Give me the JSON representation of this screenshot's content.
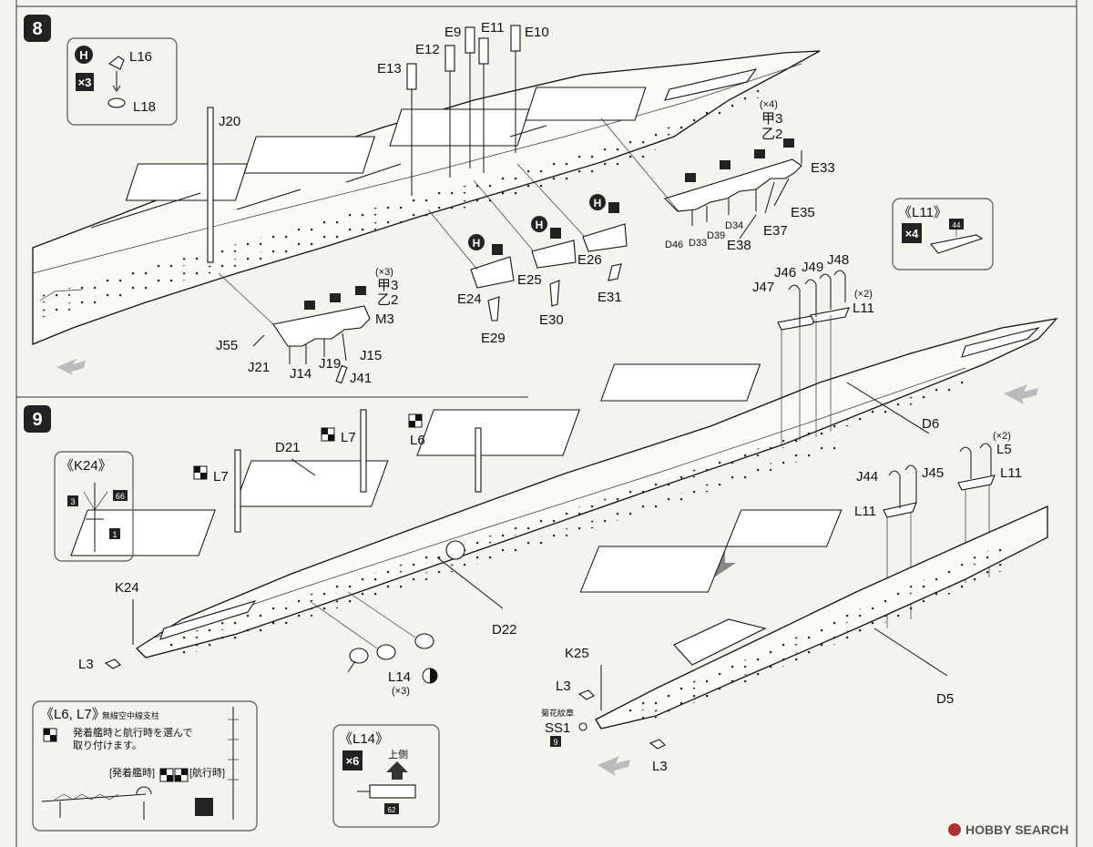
{
  "step8": {
    "number": "8",
    "subassembly_h": {
      "letter": "H",
      "multiplier": "×3",
      "parts": [
        "L16",
        "L18"
      ]
    },
    "labels": {
      "J20": "J20",
      "E13": "E13",
      "E12": "E12",
      "E9": "E9",
      "E11": "E11",
      "E10": "E10",
      "E33": "E33",
      "E35": "E35",
      "E37": "E37",
      "E38": "E38",
      "D34": "D34",
      "D39": "D39",
      "D33": "D33",
      "D46": "D46",
      "E24": "E24",
      "E25": "E25",
      "E26": "E26",
      "E29": "E29",
      "E30": "E30",
      "E31": "E31",
      "M3": "M3",
      "J55": "J55",
      "J21": "J21",
      "J14": "J14",
      "J19": "J19",
      "J15": "J15",
      "J41": "J41",
      "J46": "J46",
      "J49": "J49",
      "J48": "J48",
      "J47": "J47",
      "L11": "L11"
    },
    "variant_right": {
      "count": "(×4)",
      "kou": "甲3",
      "otsu": "乙2"
    },
    "variant_left": {
      "count": "(×3)",
      "kou": "甲3",
      "otsu": "乙2"
    },
    "l11_count": "(×2)",
    "h_marks": [
      "H",
      "H",
      "H"
    ]
  },
  "detail_l11": {
    "title": "《L11》",
    "multiplier": "×4",
    "part_no": "44"
  },
  "step9": {
    "number": "9",
    "labels": {
      "L7a": "L7",
      "L6": "L6",
      "L7b": "L7",
      "D21": "D21",
      "D6": "D6",
      "L5": "L5",
      "L5_count": "(×2)",
      "J44": "J44",
      "J45": "J45",
      "L11a": "L11",
      "L11b": "L11",
      "K24": "K24",
      "L3a": "L3",
      "D22": "D22",
      "L14": "L14",
      "L14_count": "(×3)",
      "K25": "K25",
      "L3b": "L3",
      "SS1": "SS1",
      "SS1_note": "菊花紋章",
      "SS1_no": "9",
      "L3c": "L3",
      "D5": "D5"
    }
  },
  "detail_k24": {
    "title": "《K24》",
    "parts": [
      "3",
      "66",
      "1"
    ]
  },
  "detail_l6l7": {
    "title": "《L6, L7》",
    "subtitle": "無線空中線支柱",
    "note_line1": "発着艦時と航行時を選んで",
    "note_line2": "取り付けます。",
    "takeoff_label": "[発着艦時]",
    "cruise_label": "[航行時]"
  },
  "detail_l14": {
    "title": "《L14》",
    "multiplier": "×6",
    "top_side": "上側",
    "part_no": "62"
  },
  "watermark": {
    "brand": "HOBBY SEARCH"
  }
}
